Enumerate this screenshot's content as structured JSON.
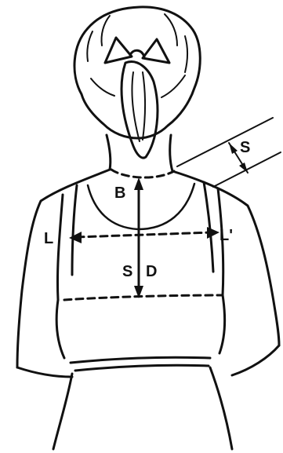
{
  "labels": {
    "shoulder": "S",
    "back_neck_point": "B",
    "left_point": "L",
    "right_point": "L'",
    "back_depth_left": "S",
    "back_depth_right": "D"
  },
  "colors": {
    "ink": "#111111",
    "paper": "#ffffff"
  }
}
